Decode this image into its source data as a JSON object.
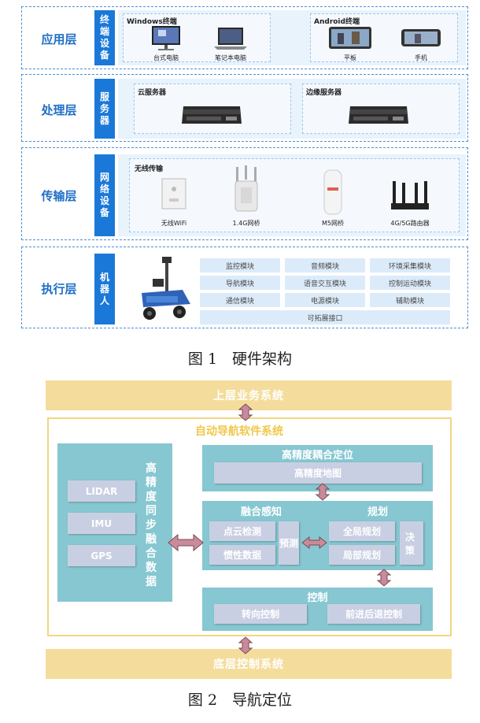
{
  "fig1": {
    "caption": "图 1　硬件架构",
    "layers": {
      "app": {
        "name": "应用层",
        "category": "终端设备",
        "windows_title": "Windows终端",
        "android_title": "Android终端",
        "devices": [
          "台式电脑",
          "笔记本电脑",
          "平板",
          "手机"
        ]
      },
      "proc": {
        "name": "处理层",
        "category": "服务器",
        "cloud_title": "云服务器",
        "edge_title": "边缘服务器"
      },
      "trans": {
        "name": "传输层",
        "category": "网络设备",
        "title": "无线传输",
        "devices": [
          "无线WiFi",
          "1.4G网桥",
          "M5网桥",
          "4G/5G路由器"
        ]
      },
      "exec": {
        "name": "执行层",
        "category": "机器人",
        "modules": [
          "监控模块",
          "音频模块",
          "环境采集模块",
          "导航模块",
          "语音交互模块",
          "控制运动模块",
          "通信模块",
          "电源模块",
          "辅助模块"
        ],
        "interface": "可拓展接口"
      }
    }
  },
  "fig2": {
    "caption": "图 2　导航定位",
    "top_bar": "上层业务系统",
    "bottom_bar": "底层控制系统",
    "frame_title": "自动导航软件系统",
    "sensors": [
      "LIDAR",
      "IMU",
      "GPS"
    ],
    "sync_label": "高精度同步融合数据",
    "hp": {
      "title": "高精度耦合定位",
      "map": "高精度地图"
    },
    "fusion": {
      "title": "融合感知",
      "items": [
        "点云检测",
        "惯性数据"
      ],
      "predict": "预测"
    },
    "plan": {
      "title": "规划",
      "items": [
        "全局规划",
        "局部规划"
      ],
      "decide": "决策"
    },
    "control": {
      "title": "控制",
      "items": [
        "转向控制",
        "前进后退控制"
      ]
    }
  },
  "colors": {
    "layer_blue": "#1a78d8",
    "gold": "#f4dd9c",
    "teal": "#86c7d1",
    "arrow": "#c98b9a"
  }
}
